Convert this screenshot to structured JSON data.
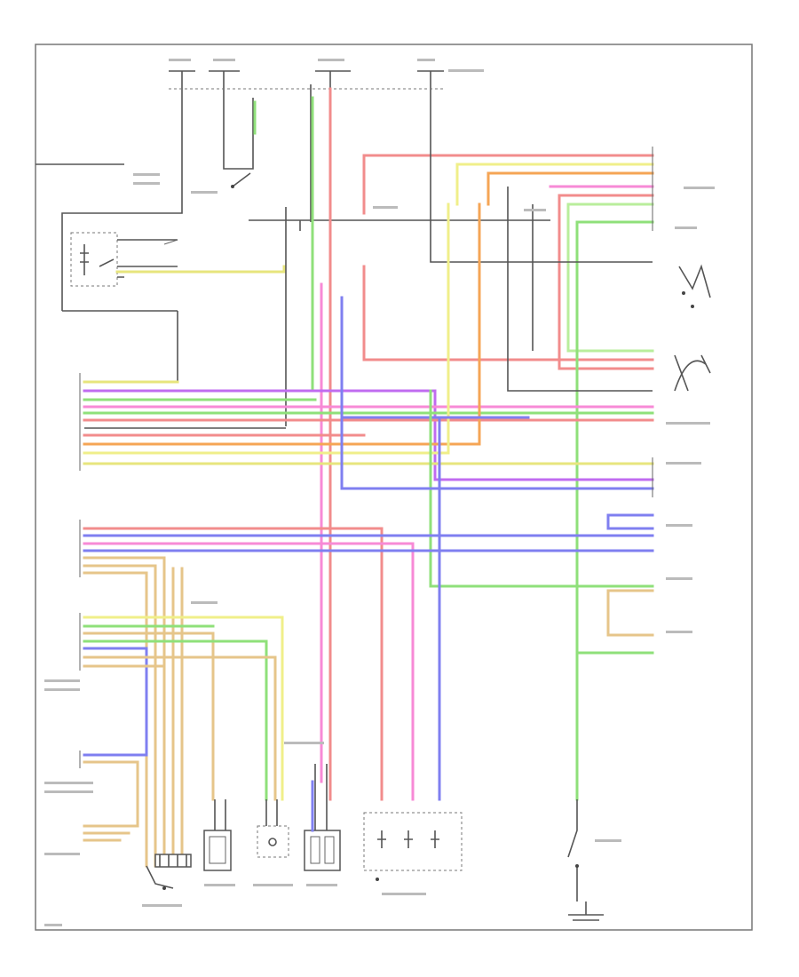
{
  "diagram": {
    "title": "",
    "footer_code": "",
    "colors": {
      "red": "#f28c8c",
      "pink": "#f78ad6",
      "violet": "#c06cf0",
      "blue": "#7f7ff0",
      "green": "#8fe07a",
      "lightgreen": "#b9ee9c",
      "yellow": "#f0ef8a",
      "orange": "#f5a555",
      "tan": "#e6c58a",
      "gray": "#8a8a8a",
      "black": "#555555"
    },
    "components": [
      {
        "id": "main-relay",
        "name": "relay-icon"
      },
      {
        "id": "ecm",
        "name": "engine-control-module"
      },
      {
        "id": "transmission-range-sensor",
        "name": "sensor-switch-icon"
      },
      {
        "id": "sensor-mounted",
        "name": "wheel-sensor-icon"
      },
      {
        "id": "solenoid-a",
        "name": "solenoid-icon"
      },
      {
        "id": "solenoid-b",
        "name": "solenoid-icon"
      },
      {
        "id": "solenoid-c",
        "name": "solenoid-icon"
      },
      {
        "id": "solenoid-block",
        "name": "solenoid-block-icon"
      },
      {
        "id": "ground-bottom",
        "name": "ground-icon"
      },
      {
        "id": "switch-bottom-right",
        "name": "switch-icon"
      }
    ]
  }
}
